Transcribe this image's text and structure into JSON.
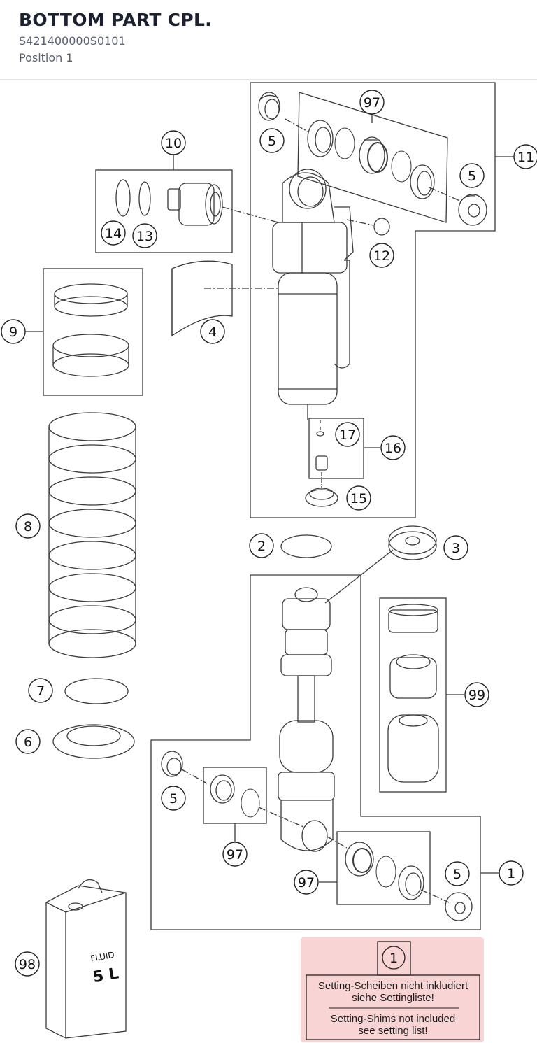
{
  "header": {
    "title": "BOTTOM PART CPL.",
    "part_number": "S421400000S0101",
    "position": "Position 1"
  },
  "callouts": [
    {
      "label": "97"
    },
    {
      "label": "5"
    },
    {
      "label": "11"
    },
    {
      "label": "5"
    },
    {
      "label": "10"
    },
    {
      "label": "14"
    },
    {
      "label": "13"
    },
    {
      "label": "12"
    },
    {
      "label": "9"
    },
    {
      "label": "4"
    },
    {
      "label": "17"
    },
    {
      "label": "16"
    },
    {
      "label": "15"
    },
    {
      "label": "8"
    },
    {
      "label": "2"
    },
    {
      "label": "3"
    },
    {
      "label": "99"
    },
    {
      "label": "7"
    },
    {
      "label": "6"
    },
    {
      "label": "5"
    },
    {
      "label": "97"
    },
    {
      "label": "97"
    },
    {
      "label": "5"
    },
    {
      "label": "1"
    },
    {
      "label": "98"
    }
  ],
  "can": {
    "line1": "FLUID",
    "line2": "5 L"
  },
  "note": {
    "marker": "1",
    "de_line1": "Setting-Scheiben nicht inkludiert",
    "de_line2": "siehe Settingliste!",
    "en_line1": "Setting-Shims not included",
    "en_line2": "see setting list!"
  },
  "colors": {
    "line": "#3a3a3a",
    "note_highlight": "#f0a0a0"
  }
}
